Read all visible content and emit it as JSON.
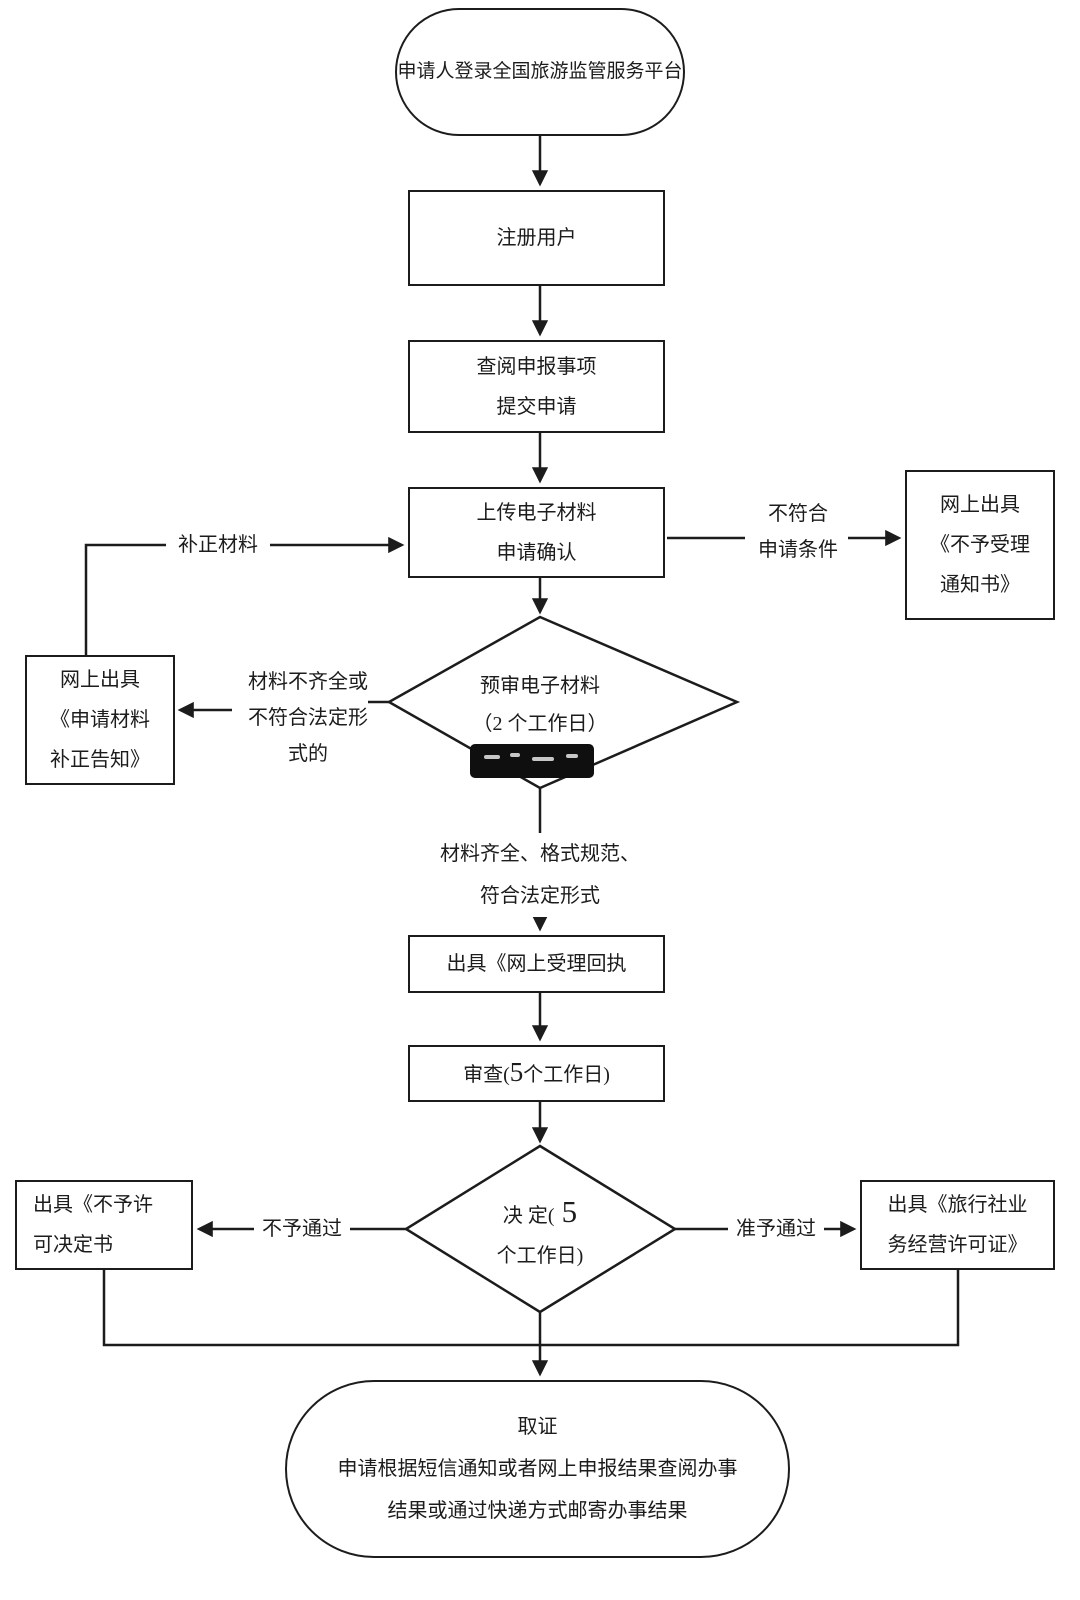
{
  "nodes": {
    "start": {
      "text": "申请人登录全国旅游监管服务平台"
    },
    "register": {
      "text": "注册用户"
    },
    "review": {
      "line1": "查阅申报事项",
      "line2": "提交申请"
    },
    "upload": {
      "line1": "上传电子材料",
      "line2": "申请确认"
    },
    "reject_notice": {
      "line1": "网上出具",
      "line2": "《不予受理",
      "line3": "通知书》"
    },
    "precheck": {
      "line1": "预审电子材料",
      "line2": "（2 个工作日）"
    },
    "supplement_notice": {
      "line1": "网上出具",
      "line2": "《申请材料",
      "line3": "补正告知》"
    },
    "receipt": {
      "text": "出具《网上受理回执"
    },
    "examine": {
      "prefix": "审查(",
      "number": "5",
      "suffix": "个工作日)"
    },
    "decision": {
      "prefix": "决 定(",
      "number": "5",
      "line2": "个工作日)"
    },
    "deny": {
      "line1": "出具《不予许",
      "line2": "可决定书"
    },
    "license": {
      "line1": "出具《旅行社业",
      "line2": "务经营许可证》"
    },
    "end": {
      "line1": "取证",
      "line2": "申请根据短信通知或者网上申报结果查阅办事",
      "line3": "结果或通过快递方式邮寄办事结果"
    }
  },
  "edges": {
    "not_qualified": {
      "line1": "不符合",
      "line2": "申请条件"
    },
    "incomplete": {
      "line1": "材料不齐全或",
      "line2": "不符合法定形",
      "line3": "式的"
    },
    "supplement": {
      "text": "补正材料"
    },
    "complete": {
      "line1": "材料齐全、格式规范、",
      "line2": "符合法定形式"
    },
    "not_pass": {
      "text": "不予通过"
    },
    "pass": {
      "text": "准予通过"
    }
  },
  "colors": {
    "line": "#1c1c1c",
    "text": "#1c1c1c",
    "background": "#ffffff"
  }
}
